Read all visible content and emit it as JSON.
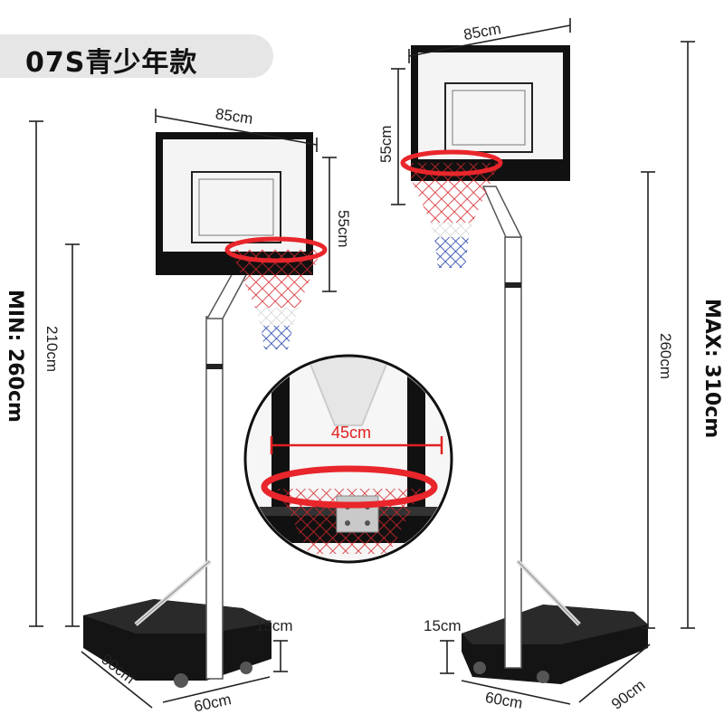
{
  "product": {
    "title": "07S青少年款"
  },
  "dimensions": {
    "left_board_width": "85cm",
    "left_board_height": "55cm",
    "left_total_height": "210cm",
    "left_min_height": "MIN: 260cm",
    "left_base_depth": "90cm",
    "left_base_width": "60cm",
    "left_base_height": "15cm",
    "right_board_width": "85cm",
    "right_board_height": "55cm",
    "right_total_height": "260cm",
    "right_max_height": "MAX: 310cm",
    "right_base_depth": "90cm",
    "right_base_width": "60cm",
    "right_base_height": "15cm",
    "rim_diameter": "45cm"
  },
  "colors": {
    "rim": "#e8262b",
    "backboard_frame": "#111111",
    "base": "#141414",
    "pole": "#ffffff",
    "dimension_line": "#222222",
    "rim_label": "#e02020",
    "net_blue": "#1f3fa8"
  }
}
